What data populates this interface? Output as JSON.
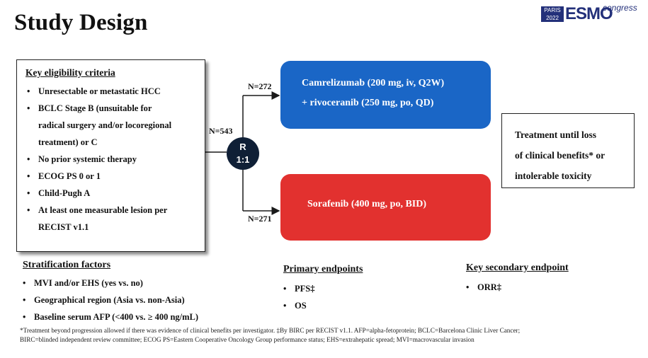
{
  "header": {
    "title": "Study Design"
  },
  "logo": {
    "line1": "PARIS",
    "line2": "2022",
    "brand": "ESMO",
    "suffix": "congress"
  },
  "eligibility": {
    "heading": "Key eligibility criteria",
    "items": [
      "Unresectable or metastatic HCC",
      "BCLC Stage B (unsuitable for",
      "radical surgery and/or locoregional",
      "treatment) or C",
      "No prior systemic therapy",
      "ECOG PS 0 or 1",
      "Child-Pugh A",
      "At least one measurable lesion per",
      "RECIST v1.1"
    ]
  },
  "flow": {
    "total": "N=543",
    "arm1_n": "N=272",
    "arm2_n": "N=271",
    "rand_line1": "R",
    "rand_line2": "1:1"
  },
  "arms": {
    "arm1_line1": "Camrelizumab (200 mg, iv, Q2W)",
    "arm1_line2": "+ rivoceranib (250 mg, po, QD)",
    "arm2": "Sorafenib (400 mg, po, BID)"
  },
  "treatment": {
    "line1": "Treatment until loss",
    "line2": "of clinical benefits* or",
    "line3": "intolerable toxicity"
  },
  "stratification": {
    "heading": "Stratification factors",
    "items": [
      "MVI and/or EHS (yes vs. no)",
      "Geographical region (Asia vs. non-Asia)",
      "Baseline serum AFP (<400 vs. ≥ 400 ng/mL)"
    ]
  },
  "primary": {
    "heading": "Primary endpoints",
    "items": [
      "PFS‡",
      "OS"
    ]
  },
  "secondary": {
    "heading": "Key secondary endpoint",
    "items": [
      "ORR‡"
    ]
  },
  "footnote": {
    "line1": "*Treatment beyond progression allowed if there was evidence of clinical benefits per investigator. ‡By BIRC per RECIST v1.1. AFP=alpha-fetoprotein; BCLC=Barcelona Clinic Liver Cancer;",
    "line2": "BIRC=blinded independent review committee; ECOG PS=Eastern Cooperative Oncology Group performance status; EHS=extrahepatic spread; MVI=macrovascular invasion"
  },
  "colors": {
    "arm1": "#1a66c6",
    "arm2": "#e2312f",
    "randomization": "#0f1f36",
    "logo": "#23307a"
  }
}
